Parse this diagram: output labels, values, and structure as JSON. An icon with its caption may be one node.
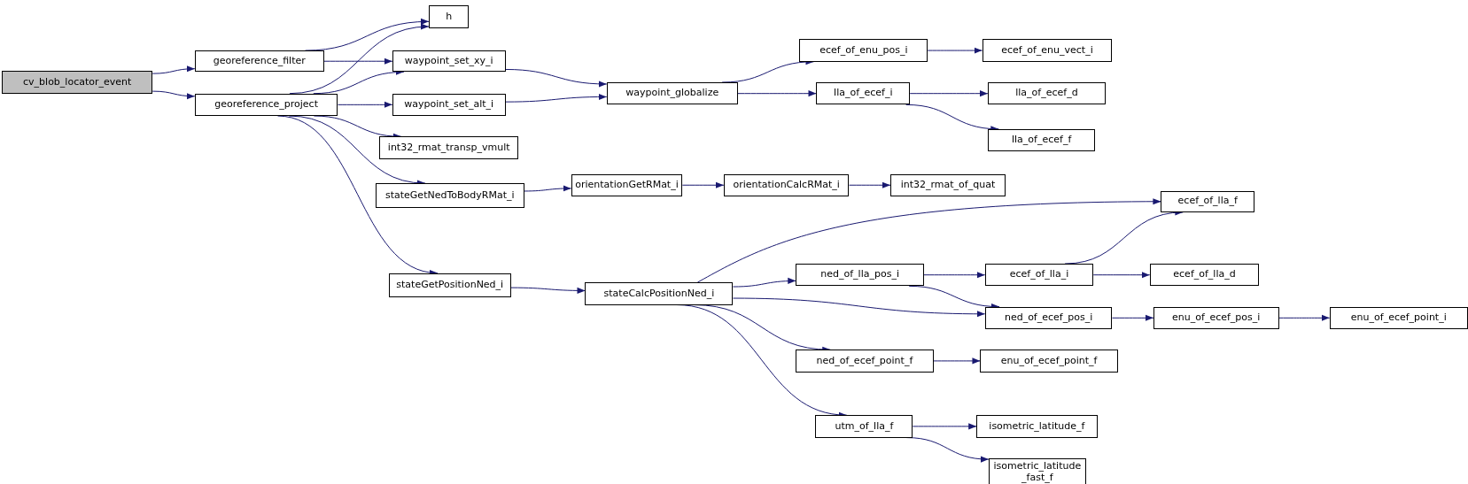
{
  "diagram": {
    "nodes": [
      {
        "text": [
          "cv_blob_locator_event"
        ]
      },
      {
        "text": [
          "georeference_filter"
        ]
      },
      {
        "text": [
          "georeference_project"
        ]
      },
      {
        "text": [
          "h"
        ]
      },
      {
        "text": [
          "waypoint_set_xy_i"
        ]
      },
      {
        "text": [
          "waypoint_set_alt_i"
        ]
      },
      {
        "text": [
          "int32_rmat_transp_vmult"
        ]
      },
      {
        "text": [
          "stateGetNedToBodyRMat_i"
        ]
      },
      {
        "text": [
          "stateGetPositionNed_i"
        ]
      },
      {
        "text": [
          "waypoint_globalize"
        ]
      },
      {
        "text": [
          "orientationGetRMat_i"
        ]
      },
      {
        "text": [
          "stateCalcPositionNed_i"
        ]
      },
      {
        "text": [
          "ecef_of_enu_pos_i"
        ]
      },
      {
        "text": [
          "lla_of_ecef_i"
        ]
      },
      {
        "text": [
          "orientationCalcRMat_i"
        ]
      },
      {
        "text": [
          "int32_rmat_of_quat"
        ]
      },
      {
        "text": [
          "ned_of_lla_pos_i"
        ]
      },
      {
        "text": [
          "ned_of_ecef_point_f"
        ]
      },
      {
        "text": [
          "utm_of_lla_f"
        ]
      },
      {
        "text": [
          "ecef_of_enu_vect_i"
        ]
      },
      {
        "text": [
          "lla_of_ecef_d"
        ]
      },
      {
        "text": [
          "lla_of_ecef_f"
        ]
      },
      {
        "text": [
          "ecef_of_lla_i"
        ]
      },
      {
        "text": [
          "ned_of_ecef_pos_i"
        ]
      },
      {
        "text": [
          "enu_of_ecef_point_f"
        ]
      },
      {
        "text": [
          "isometric_latitude_f"
        ]
      },
      {
        "text": [
          "isometric_latitude _fast_f"
        ]
      },
      {
        "text": [
          "ecef_of_lla_f"
        ]
      },
      {
        "text": [
          "ecef_of_lla_d"
        ]
      },
      {
        "text": [
          "enu_of_ecef_pos_i"
        ]
      },
      {
        "text": [
          "enu_of_ecef_point_i"
        ]
      }
    ],
    "edges": [
      {
        "from": 0,
        "to": 1,
        "arrow": "to"
      },
      {
        "from": 0,
        "to": 2,
        "arrow": "to"
      },
      {
        "from": 1,
        "to": 3,
        "arrow": "to"
      },
      {
        "from": 1,
        "to": 4,
        "arrow": "to"
      },
      {
        "from": 2,
        "to": 3,
        "arrow": "to"
      },
      {
        "from": 2,
        "to": 4,
        "arrow": "to"
      },
      {
        "from": 2,
        "to": 5,
        "arrow": "to"
      },
      {
        "from": 2,
        "to": 6,
        "arrow": "to"
      },
      {
        "from": 2,
        "to": 7,
        "arrow": "to"
      },
      {
        "from": 2,
        "to": 8,
        "arrow": "to"
      },
      {
        "from": 4,
        "to": 9,
        "arrow": "to"
      },
      {
        "from": 5,
        "to": 9,
        "arrow": "to"
      },
      {
        "from": 9,
        "to": 12,
        "arrow": "to"
      },
      {
        "from": 9,
        "to": 13,
        "arrow": "to"
      },
      {
        "from": 12,
        "to": 19,
        "arrow": "to"
      },
      {
        "from": 13,
        "to": 20,
        "arrow": "to"
      },
      {
        "from": 13,
        "to": 21,
        "arrow": "to"
      },
      {
        "from": 7,
        "to": 10,
        "arrow": "to"
      },
      {
        "from": 10,
        "to": 14,
        "arrow": "to"
      },
      {
        "from": 14,
        "to": 15,
        "arrow": "to"
      },
      {
        "from": 8,
        "to": 11,
        "arrow": "to"
      },
      {
        "from": 11,
        "to": 27,
        "arrow": "to"
      },
      {
        "from": 11,
        "to": 16,
        "arrow": "to"
      },
      {
        "from": 11,
        "to": 23,
        "arrow": "to"
      },
      {
        "from": 11,
        "to": 17,
        "arrow": "to"
      },
      {
        "from": 11,
        "to": 18,
        "arrow": "to"
      },
      {
        "from": 16,
        "to": 22,
        "arrow": "to"
      },
      {
        "from": 16,
        "to": 23,
        "arrow": "to"
      },
      {
        "from": 22,
        "to": 27,
        "arrow": "to"
      },
      {
        "from": 22,
        "to": 28,
        "arrow": "to"
      },
      {
        "from": 23,
        "to": 29,
        "arrow": "to"
      },
      {
        "from": 29,
        "to": 30,
        "arrow": "to"
      },
      {
        "from": 17,
        "to": 24,
        "arrow": "to"
      },
      {
        "from": 18,
        "to": 25,
        "arrow": "to"
      },
      {
        "from": 18,
        "to": 26,
        "arrow": "to"
      }
    ]
  }
}
